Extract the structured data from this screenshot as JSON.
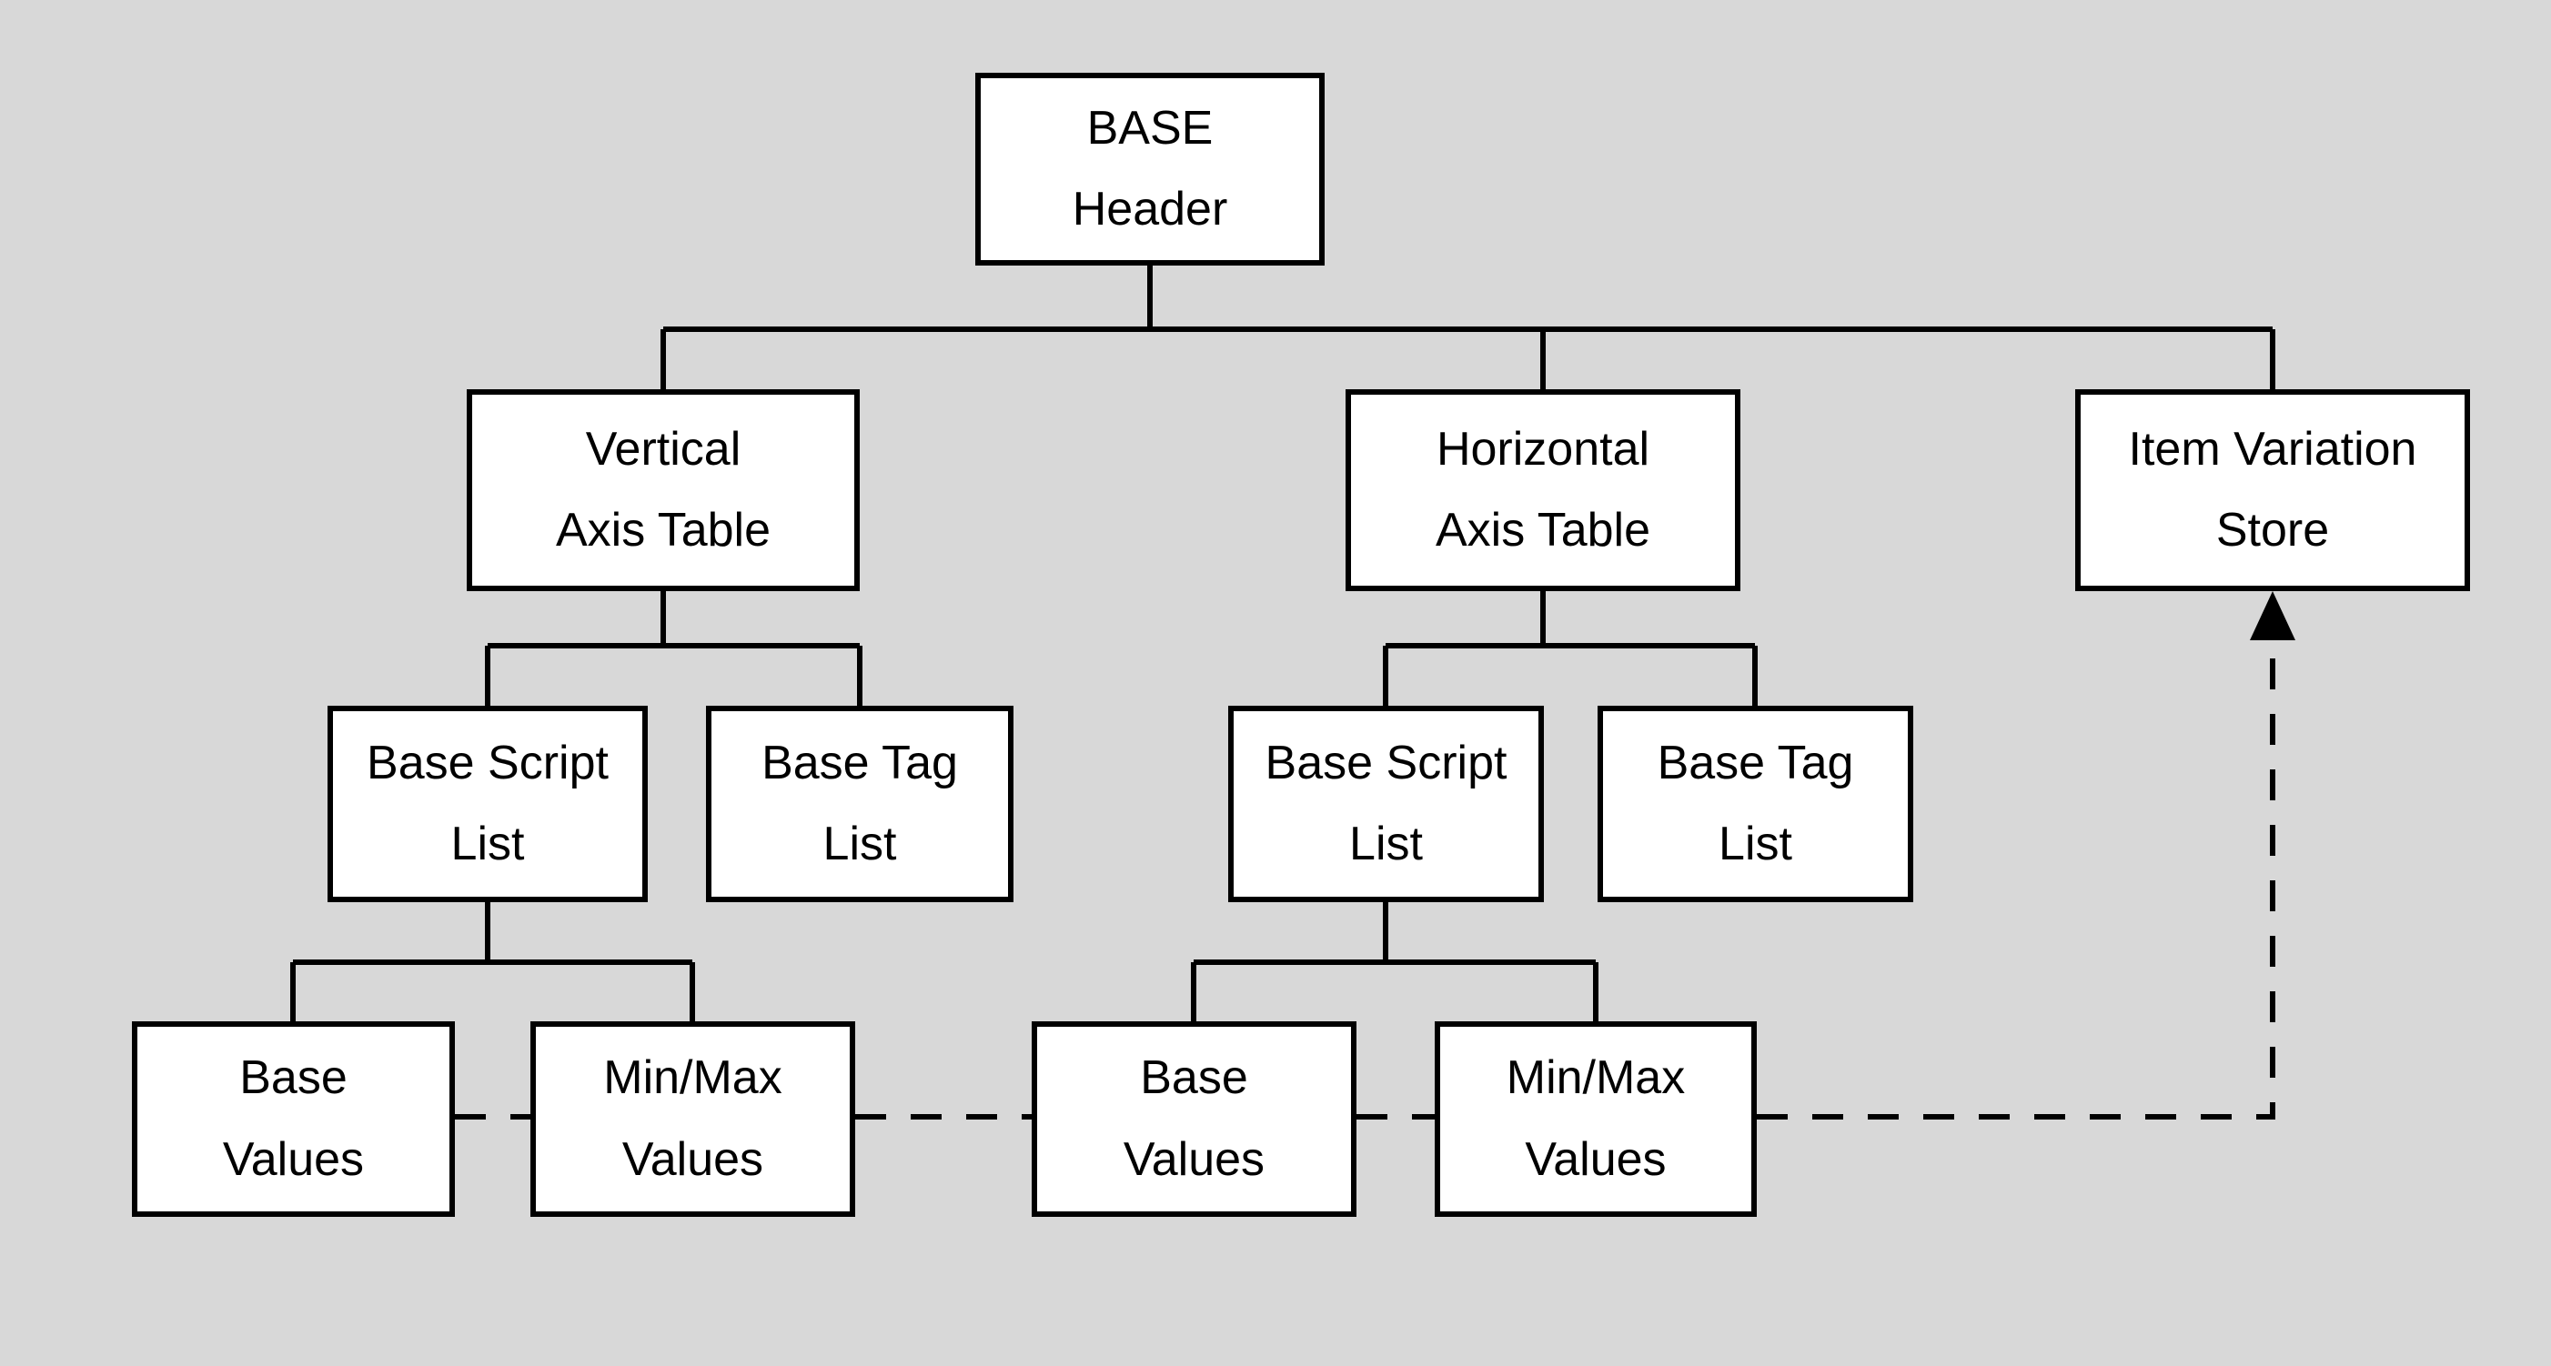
{
  "diagram": {
    "kind": "tree-diagram",
    "colors": {
      "background": "#d8d8d8",
      "box_fill": "#ffffff",
      "box_border": "#000000",
      "text": "#000000",
      "connector": "#000000"
    }
  },
  "nodes": {
    "base_header": {
      "line1": "BASE",
      "line2": "Header"
    },
    "vertical_axis_table": {
      "line1": "Vertical",
      "line2": "Axis Table"
    },
    "horizontal_axis_table": {
      "line1": "Horizontal",
      "line2": "Axis Table"
    },
    "item_variation_store": {
      "line1": "Item Variation",
      "line2": "Store"
    },
    "v_base_script_list": {
      "line1": "Base Script",
      "line2": "List"
    },
    "v_base_tag_list": {
      "line1": "Base Tag",
      "line2": "List"
    },
    "h_base_script_list": {
      "line1": "Base Script",
      "line2": "List"
    },
    "h_base_tag_list": {
      "line1": "Base Tag",
      "line2": "List"
    },
    "v_base_values": {
      "line1": "Base",
      "line2": "Values"
    },
    "v_minmax_values": {
      "line1": "Min/Max",
      "line2": "Values"
    },
    "h_base_values": {
      "line1": "Base",
      "line2": "Values"
    },
    "h_minmax_values": {
      "line1": "Min/Max",
      "line2": "Values"
    }
  },
  "edges": {
    "solid": [
      {
        "from": "BASE Header",
        "to": "Vertical Axis Table"
      },
      {
        "from": "BASE Header",
        "to": "Horizontal Axis Table"
      },
      {
        "from": "BASE Header",
        "to": "Item Variation Store"
      },
      {
        "from": "Vertical Axis Table",
        "to": "Base Script List (vertical)"
      },
      {
        "from": "Vertical Axis Table",
        "to": "Base Tag List (vertical)"
      },
      {
        "from": "Horizontal Axis Table",
        "to": "Base Script List (horizontal)"
      },
      {
        "from": "Horizontal Axis Table",
        "to": "Base Tag List (horizontal)"
      },
      {
        "from": "Base Script List (vertical)",
        "to": "Base Values (vertical)"
      },
      {
        "from": "Base Script List (vertical)",
        "to": "Min/Max Values (vertical)"
      },
      {
        "from": "Base Script List (horizontal)",
        "to": "Base Values (horizontal)"
      },
      {
        "from": "Base Script List (horizontal)",
        "to": "Min/Max Values (horizontal)"
      }
    ],
    "dashed_arrow": {
      "from": [
        "Base Values (vertical)",
        "Min/Max Values (vertical)",
        "Base Values (horizontal)",
        "Min/Max Values (horizontal)"
      ],
      "to": "Item Variation Store",
      "style": "dashed",
      "arrowhead": "filled-triangle-up"
    }
  }
}
